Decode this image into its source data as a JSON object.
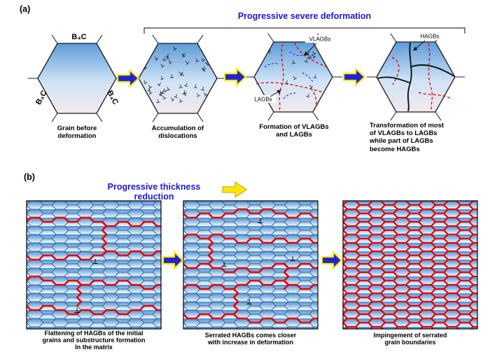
{
  "colors": {
    "accent_blue": "#1a1ad6",
    "arrow_blue": "#2323cf",
    "arrow_outline_yellow": "#ffee00",
    "hagb_red": "#e60000",
    "lagb_blue": "#2b3cf0",
    "title_arrow_yellow": "#ffe800",
    "grain_fill_top": "#5d9bd8",
    "grain_fill_bottom": "#f3e9ed"
  },
  "symbols": {
    "dislocation": "⊥"
  },
  "panel_a": {
    "label": "(a)",
    "header": "Progressive severe deformation",
    "material_label": "B₄C",
    "annotations": {
      "vlagbs": "VLAGBs",
      "lagbs": "LAGBs",
      "hagbs": "HAGBs"
    },
    "captions": [
      "Grain before\ndeformation",
      "Accumulation of\ndislocations",
      "Formation of VLAGBs\nand LAGBs",
      "Transformation of most\nof VLAGBs to LAGBs\nwhile part of LAGBs\nbecome HAGBs"
    ]
  },
  "panel_b": {
    "label": "(b)",
    "header": "Progressive thickness reduction",
    "captions": [
      "Flattening of HAGBs of the initial\ngrains and substructure formation\nIn the matrix",
      "Serrated HAGBs comes closer\nwith increase in deformation",
      "Impingement of serrated\ngrain boundaries"
    ]
  }
}
